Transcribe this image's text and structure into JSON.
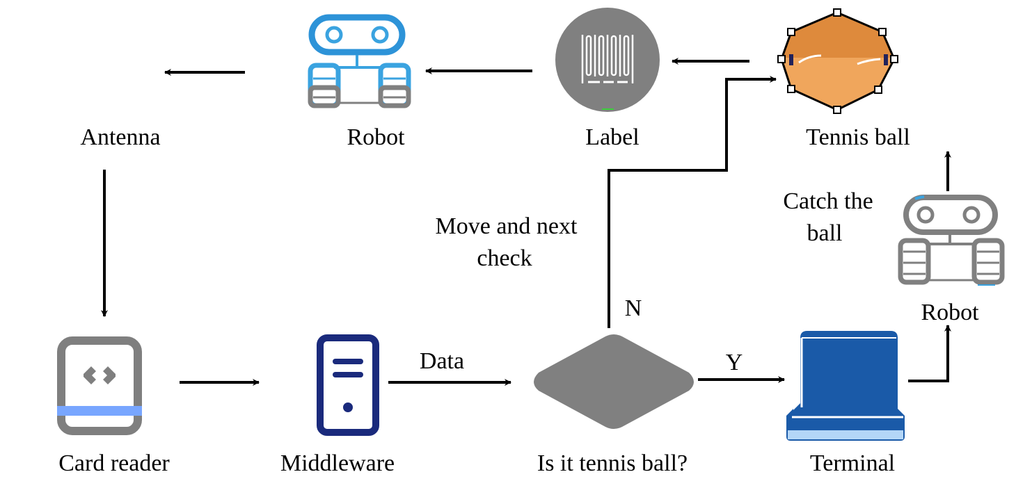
{
  "diagram": {
    "type": "flowchart",
    "nodes": {
      "antenna": {
        "label": "Antenna"
      },
      "robot_top": {
        "label": "Robot",
        "icon": "robot-icon"
      },
      "label": {
        "label": "Label",
        "icon": "rfid-tag-icon"
      },
      "tennis_ball": {
        "label": "Tennis ball",
        "icon": "tennis-ball-icon"
      },
      "card_reader": {
        "label": "Card reader",
        "icon": "card-reader-icon"
      },
      "middleware": {
        "label": "Middleware",
        "icon": "server-icon"
      },
      "decision": {
        "label": "Is it tennis ball?",
        "icon": "decision-diamond"
      },
      "terminal": {
        "label": "Terminal",
        "icon": "terminal-icon"
      },
      "robot_right": {
        "label": "Robot",
        "icon": "robot-icon"
      }
    },
    "edge_labels": {
      "data": "Data",
      "yes": "Y",
      "no": "N",
      "move_next_line1": "Move and next",
      "move_next_line2": "check",
      "catch_line1": "Catch the",
      "catch_line2": "ball"
    },
    "edges": [
      {
        "from": "tennis_ball",
        "to": "label"
      },
      {
        "from": "label",
        "to": "robot_top"
      },
      {
        "from": "robot_top",
        "to": "antenna"
      },
      {
        "from": "antenna",
        "to": "card_reader"
      },
      {
        "from": "card_reader",
        "to": "middleware"
      },
      {
        "from": "middleware",
        "to": "decision",
        "label": "Data"
      },
      {
        "from": "decision",
        "to": "terminal",
        "label": "Y"
      },
      {
        "from": "decision",
        "to": "tennis_ball",
        "label": "N"
      },
      {
        "from": "terminal",
        "to": "robot_right"
      },
      {
        "from": "robot_right",
        "to": "tennis_ball",
        "label": "Catch the ball"
      }
    ],
    "colors": {
      "robot_blue": "#3aa3e0",
      "robot_gray": "#808080",
      "label_gray": "#808080",
      "ball_dark": "#de8a3c",
      "ball_light": "#f0a65c",
      "reader_gray": "#7f7f7f",
      "reader_stripe": "#78a6ff",
      "server_navy": "#1a2a7c",
      "diamond_gray": "#808080",
      "terminal_blue": "#1a5aa8",
      "terminal_light": "#b3d6f7"
    }
  }
}
